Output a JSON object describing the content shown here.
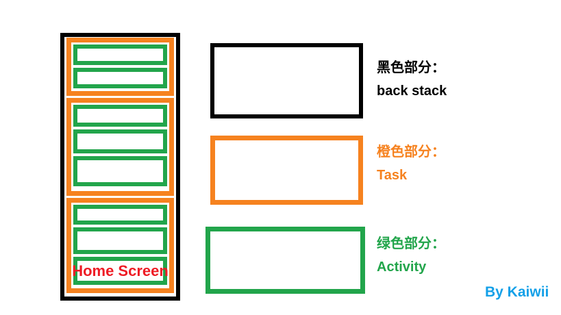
{
  "colors": {
    "black": "#000000",
    "orange": "#F6821F",
    "green": "#22A54B",
    "red": "#EE1C25",
    "blue": "#13A0E8"
  },
  "diagram": {
    "description": "back stack containing three tasks of activities",
    "home_label": "Home Screen",
    "tasks": [
      {
        "activities": 2
      },
      {
        "activities": 3
      },
      {
        "activities": 3,
        "bottom_activity_label": "Home Screen"
      }
    ]
  },
  "legend": {
    "items": [
      {
        "label_cn": "黑色部分：",
        "label_en": "back stack",
        "color": "#000000"
      },
      {
        "label_cn": "橙色部分：",
        "label_en": "Task",
        "color": "#F6821F"
      },
      {
        "label_cn": "绿色部分：",
        "label_en": "Activity",
        "color": "#22A54B"
      }
    ]
  },
  "credit": {
    "text": "By Kaiwii"
  }
}
